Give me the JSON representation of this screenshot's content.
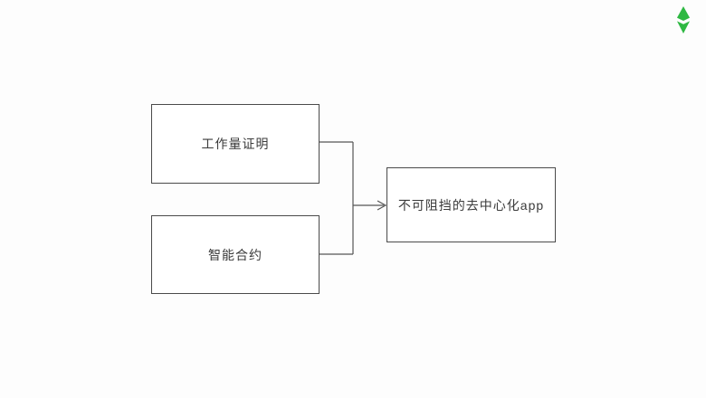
{
  "diagram": {
    "nodes": [
      {
        "id": "proof-of-work",
        "label": "工作量证明"
      },
      {
        "id": "smart-contract",
        "label": "智能合约"
      },
      {
        "id": "dapp",
        "label": "不可阻挡的去中心化app"
      }
    ],
    "connector_color": "#555555",
    "node_border_color": "#4a4a4a"
  },
  "logo": {
    "name": "ethereum-classic-logo",
    "color": "#2eb842"
  }
}
